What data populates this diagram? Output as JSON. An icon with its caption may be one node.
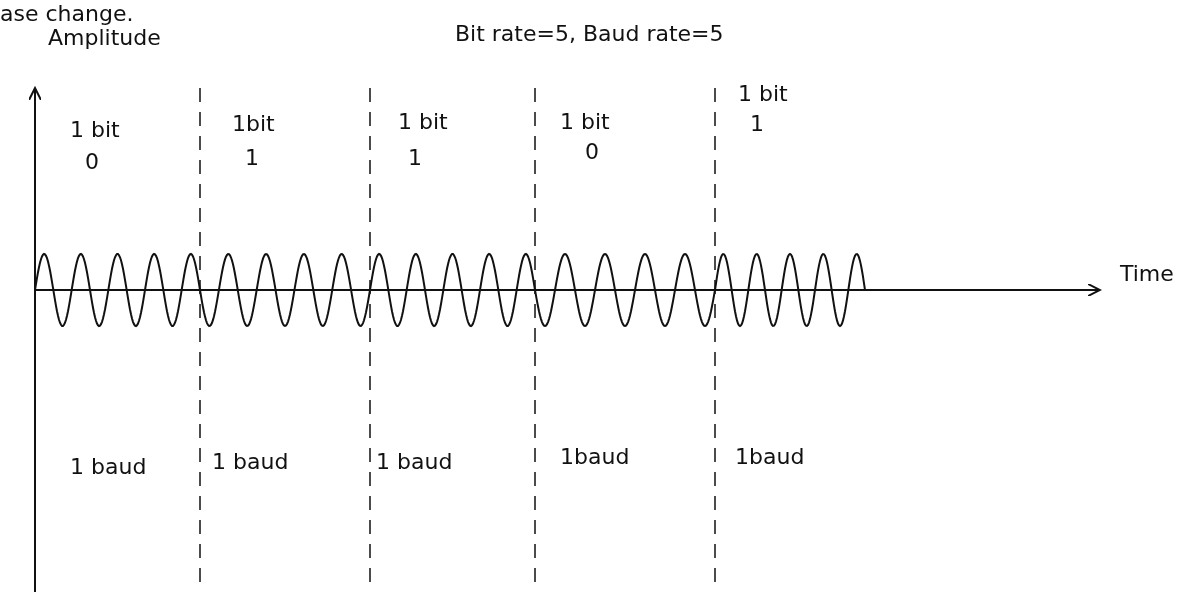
{
  "diagram": {
    "labels": [
      "ase change.",
      "Amplitude",
      "Bit rate=5, Baud rate=5",
      "1 bit",
      "1bit",
      "1 bit",
      "1 bit",
      "1 bit",
      "0",
      "1",
      "1",
      "0",
      "1",
      "Time",
      "1 baud",
      "1 baud",
      "1 baud",
      "1baud",
      "1baud"
    ]
  }
}
